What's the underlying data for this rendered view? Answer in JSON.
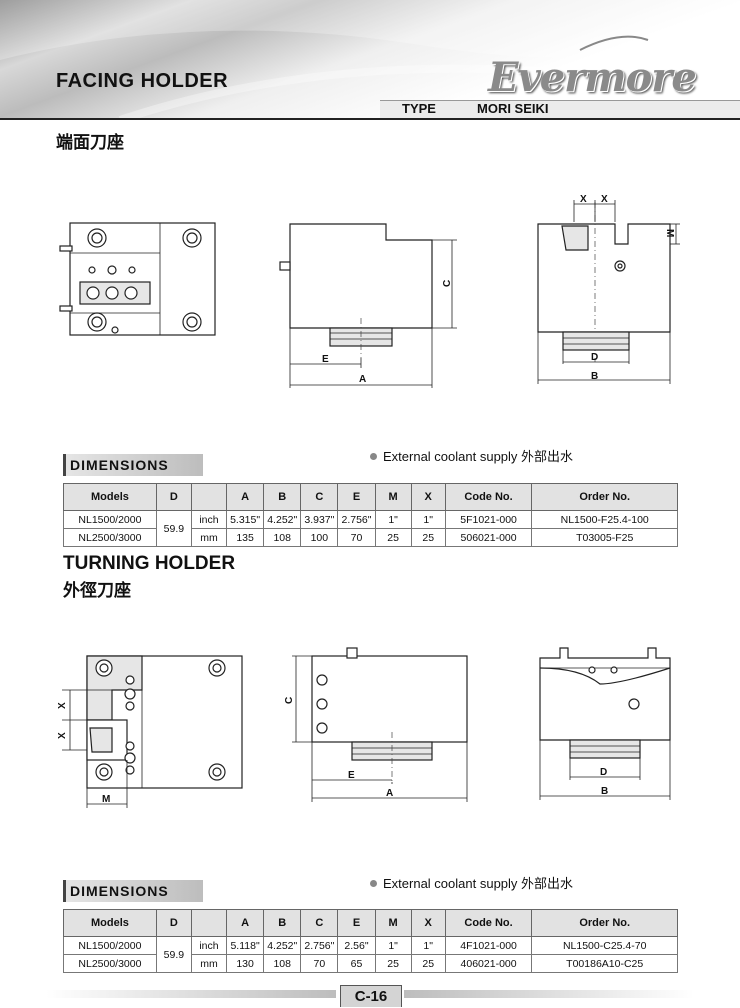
{
  "header": {
    "title": "FACING HOLDER",
    "brand": "Evermore",
    "type_label": "TYPE",
    "type_value": "MORI SEIKI"
  },
  "section1": {
    "subtitle_cn": "端面刀座",
    "drawing_labels": {
      "A": "A",
      "B": "B",
      "C": "C",
      "D": "D",
      "E": "E",
      "M": "M",
      "X": "X"
    },
    "dimensions_label": "DIMENSIONS",
    "coolant_note": "External coolant supply 外部出水",
    "table": {
      "headers": [
        "Models",
        "D",
        "",
        "A",
        "B",
        "C",
        "E",
        "M",
        "X",
        "Code No.",
        "Order No."
      ],
      "d_value": "59.9",
      "rows": [
        {
          "model": "NL1500/2000",
          "unit": "inch",
          "A": "5.315\"",
          "B": "4.252\"",
          "C": "3.937\"",
          "E": "2.756\"",
          "M": "1\"",
          "X": "1\"",
          "code": "5F1021-000",
          "order": "NL1500-F25.4-100"
        },
        {
          "model": "NL2500/3000",
          "unit": "mm",
          "A": "135",
          "B": "108",
          "C": "100",
          "E": "70",
          "M": "25",
          "X": "25",
          "code": "506021-000",
          "order": "T03005-F25"
        }
      ]
    }
  },
  "section2": {
    "title": "TURNING HOLDER",
    "subtitle_cn": "外徑刀座",
    "drawing_labels": {
      "A": "A",
      "B": "B",
      "C": "C",
      "D": "D",
      "E": "E",
      "M": "M",
      "X": "X"
    },
    "dimensions_label": "DIMENSIONS",
    "coolant_note": "External coolant supply 外部出水",
    "table": {
      "headers": [
        "Models",
        "D",
        "",
        "A",
        "B",
        "C",
        "E",
        "M",
        "X",
        "Code No.",
        "Order No."
      ],
      "d_value": "59.9",
      "rows": [
        {
          "model": "NL1500/2000",
          "unit": "inch",
          "A": "5.118\"",
          "B": "4.252\"",
          "C": "2.756\"",
          "E": "2.56\"",
          "M": "1\"",
          "X": "1\"",
          "code": "4F1021-000",
          "order": "NL1500-C25.4-70"
        },
        {
          "model": "NL2500/3000",
          "unit": "mm",
          "A": "130",
          "B": "108",
          "C": "70",
          "E": "65",
          "M": "25",
          "X": "25",
          "code": "406021-000",
          "order": "T00186A10-C25"
        }
      ]
    }
  },
  "footer": {
    "page_number": "C-16"
  },
  "colors": {
    "header_gray": "#bcbcbc",
    "table_header": "#e2e2e2",
    "drawing_fill": "#e6e6e6"
  }
}
